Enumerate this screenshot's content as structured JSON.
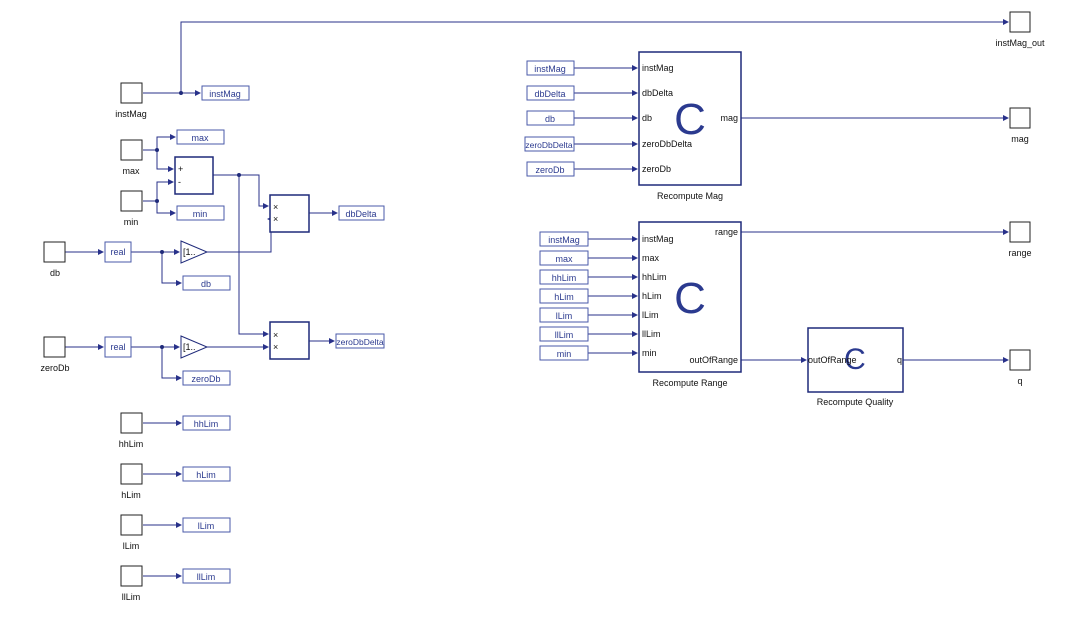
{
  "colors": {
    "wire": "#28318a",
    "block": "#1f2a7a",
    "tag_text": "#2b3a8f"
  },
  "inports": {
    "instMag": "instMag",
    "max": "max",
    "min": "min",
    "db": "db",
    "zeroDb": "zeroDb",
    "hhLim": "hhLim",
    "hLim": "hLim",
    "lLim": "lLim",
    "llLim": "llLim"
  },
  "outports": {
    "instMag_out": "instMag_out",
    "mag": "mag",
    "range": "range",
    "q": "q"
  },
  "tags": {
    "instMag": "instMag",
    "max": "max",
    "min": "min",
    "db": "db",
    "zeroDb": "zeroDb",
    "dbDelta": "dbDelta",
    "zeroDbDelta": "zeroDbDelta",
    "hhLim": "hhLim",
    "hLim": "hLim",
    "lLim": "lLim",
    "llLim": "llLim"
  },
  "blocks": {
    "real1": "real",
    "real2": "real",
    "gain1": "[1..",
    "gain2": "[1..",
    "sum_plus": "+",
    "sum_minus": "-",
    "mult_sign": "×"
  },
  "recompute_mag": {
    "title": "Recompute Mag",
    "glyph": "C",
    "in_tags": [
      "instMag",
      "dbDelta",
      "db",
      "zeroDbDelta",
      "zeroDb"
    ],
    "in_pins": [
      "instMag",
      "dbDelta",
      "db",
      "zeroDbDelta",
      "zeroDb"
    ],
    "out_pin": "mag"
  },
  "recompute_range": {
    "title": "Recompute Range",
    "glyph": "C",
    "in_tags": [
      "instMag",
      "max",
      "hhLim",
      "hLim",
      "lLim",
      "llLim",
      "min"
    ],
    "in_pins": [
      "instMag",
      "max",
      "hhLim",
      "hLim",
      "lLim",
      "llLim",
      "min"
    ],
    "out_pins": [
      "range",
      "outOfRange"
    ]
  },
  "recompute_quality": {
    "title": "Recompute Quality",
    "glyph": "C",
    "in_pin": "outOfRange",
    "out_pin": "q"
  }
}
